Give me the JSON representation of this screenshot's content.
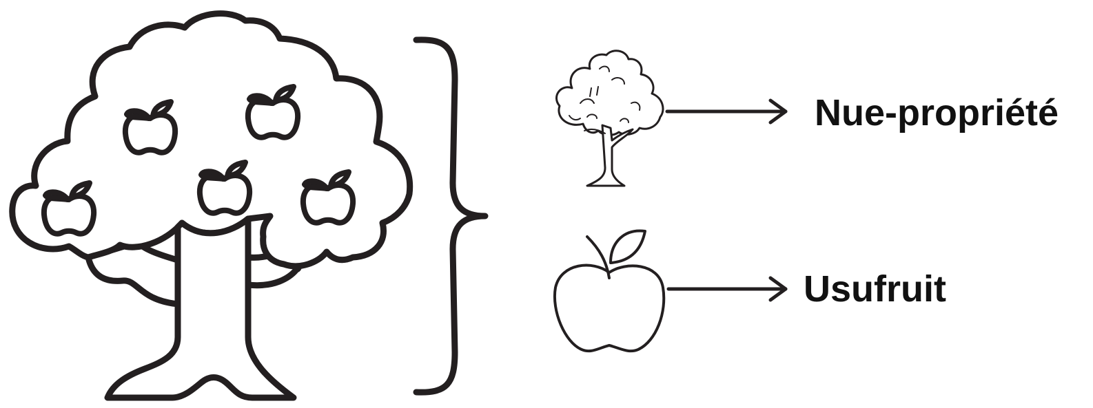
{
  "labels": {
    "bare_ownership": "Nue-propriété",
    "usufruct": "Usufruit"
  },
  "colors": {
    "stroke": "#231f20",
    "text": "#111111",
    "background": "#ffffff"
  },
  "icons": {
    "big_tree": "apple-tree-icon",
    "small_tree": "tree-icon",
    "fruit": "apple-icon",
    "brace": "right-curly-brace",
    "arrow": "right-arrow-icon"
  }
}
